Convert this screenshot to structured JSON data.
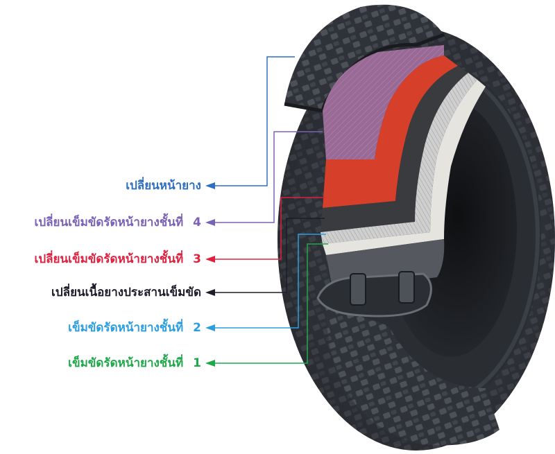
{
  "labels": [
    {
      "text": "เปลี่ยนหน้ายาง",
      "number": "",
      "color": "#2f6fc2"
    },
    {
      "text": "เปลี่ยนเข็มขัดรัดหน้ายางชั้นที่",
      "number": "4",
      "color": "#7a62b6"
    },
    {
      "text": "เปลี่ยนเข็มขัดรัดหน้ายางชั้นที่",
      "number": "3",
      "color": "#e0203e"
    },
    {
      "text": "เปลี่ยนเนื้อยางประสานเข็มขัด",
      "number": "",
      "color": "#1c1c2a"
    },
    {
      "text": "เข็มขัดรัดหน้ายางชั้นที่",
      "number": "2",
      "color": "#2c9ee0"
    },
    {
      "text": "เข็มขัดรัดหน้ายางชั้นที่",
      "number": "1",
      "color": "#1fa84a"
    }
  ],
  "colors": {
    "rubber": "#2b2e33",
    "rubber_light": "#4a4f56",
    "belt4": "#9a6a96",
    "belt3": "#d6402a",
    "cushion": "#3a3b3f",
    "belt2": "#c9c9c9",
    "belt1": "#e6e4de"
  }
}
